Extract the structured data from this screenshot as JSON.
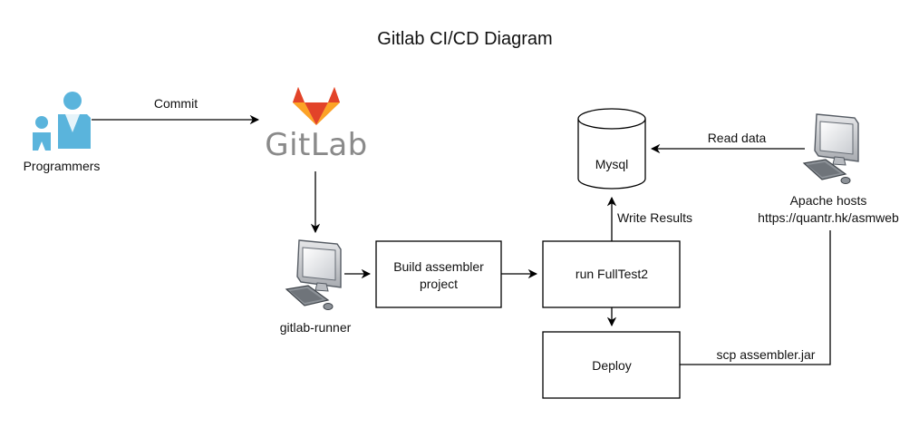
{
  "diagram": {
    "title": "Gitlab CI/CD Diagram",
    "nodes": {
      "programmers": {
        "label": "Programmers",
        "icon": "users-icon"
      },
      "gitlab": {
        "label": "GitLab",
        "icon": "gitlab-logo"
      },
      "runner": {
        "label": "gitlab-runner",
        "icon": "computer-icon"
      },
      "build": {
        "label_line1": "Build assembler",
        "label_line2": "project"
      },
      "fulltest": {
        "label": "run FullTest2"
      },
      "deploy": {
        "label": "Deploy"
      },
      "mysql": {
        "label": "Mysql",
        "icon": "database-icon"
      },
      "apache": {
        "label_line1": "Apache hosts",
        "label_line2": "https://quantr.hk/asmweb",
        "icon": "computer-icon"
      }
    },
    "edges": {
      "commit": "Commit",
      "read_data": "Read data",
      "write_results": "Write Results",
      "scp": "scp assembler.jar"
    },
    "colors": {
      "programmers_icon": "#5ab4dc",
      "gitlab_dark": "#e24329",
      "gitlab_mid": "#fc6d26",
      "gitlab_light": "#fca326",
      "gitlab_text": "#8a8a8a"
    }
  }
}
